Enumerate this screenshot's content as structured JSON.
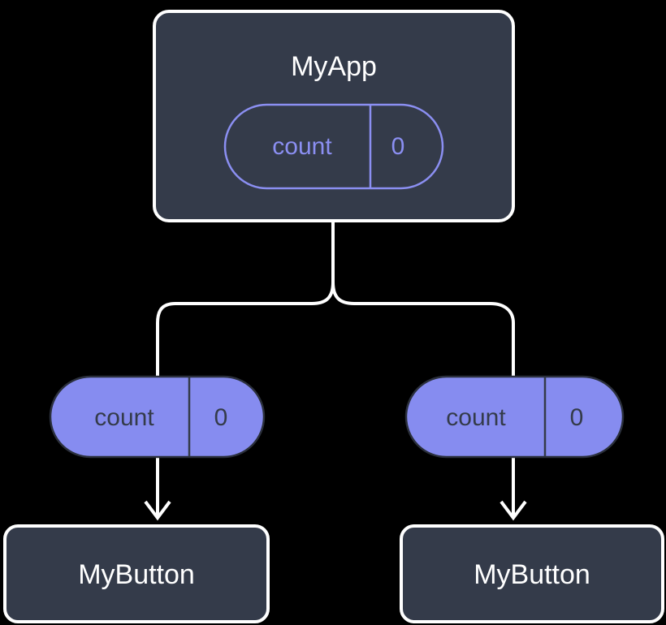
{
  "diagram": {
    "type": "component-state-tree",
    "background_color": "#000000",
    "colors": {
      "box_fill": "#343b4a",
      "box_border": "#ffffff",
      "accent_purple": "#868cf0",
      "accent_purple_outline": "#8b8ff2",
      "edge": "#ffffff",
      "text_light": "#ffffff",
      "text_dark": "#343b4a"
    },
    "root": {
      "title": "MyApp",
      "state_pill": {
        "key": "count",
        "value": "0",
        "style": "outlined"
      }
    },
    "children": [
      {
        "id": "child-left",
        "prop_pill": {
          "key": "count",
          "value": "0",
          "style": "filled"
        },
        "title": "MyButton"
      },
      {
        "id": "child-right",
        "prop_pill": {
          "key": "count",
          "value": "0",
          "style": "filled"
        },
        "title": "MyButton"
      }
    ],
    "edges": [
      {
        "from": "MyApp",
        "to": "child-left",
        "kind": "tree-branch"
      },
      {
        "from": "MyApp",
        "to": "child-right",
        "kind": "tree-branch"
      },
      {
        "from": "child-left-pill",
        "to": "child-left-button",
        "kind": "arrow"
      },
      {
        "from": "child-right-pill",
        "to": "child-right-button",
        "kind": "arrow"
      }
    ]
  }
}
